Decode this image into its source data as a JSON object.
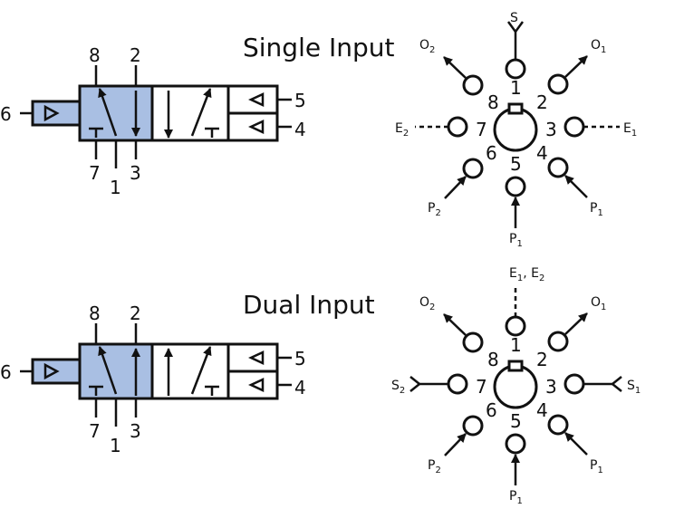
{
  "colors": {
    "body_fill": "#a9bfe3",
    "stroke": "#111111",
    "background": "#ffffff"
  },
  "single": {
    "title": "Single Input",
    "valve_ports": {
      "p8": "8",
      "p2": "2",
      "p6": "6",
      "p5": "5",
      "p4": "4",
      "p7": "7",
      "p1": "1",
      "p3": "3"
    },
    "rot": {
      "n1": "1",
      "n2": "2",
      "n3": "3",
      "n4": "4",
      "n5": "5",
      "n6": "6",
      "n7": "7",
      "n8": "8"
    },
    "ext": {
      "S": {
        "m": "S",
        "s": ""
      },
      "O2": {
        "m": "O",
        "s": "2"
      },
      "O1": {
        "m": "O",
        "s": "1"
      },
      "E2": {
        "m": "E",
        "s": "2"
      },
      "E1": {
        "m": "E",
        "s": "1"
      },
      "P2": {
        "m": "P",
        "s": "2"
      },
      "P1": {
        "m": "P",
        "s": "1"
      },
      "P1b": {
        "m": "P",
        "s": "1"
      }
    }
  },
  "dual": {
    "title": "Dual Input",
    "valve_ports": {
      "p8": "8",
      "p2": "2",
      "p6": "6",
      "p5": "5",
      "p4": "4",
      "p7": "7",
      "p1": "1",
      "p3": "3"
    },
    "rot": {
      "n1": "1",
      "n2": "2",
      "n3": "3",
      "n4": "4",
      "n5": "5",
      "n6": "6",
      "n7": "7",
      "n8": "8"
    },
    "ext": {
      "E": {
        "m1": "E",
        "s1": "1",
        "sep": ", ",
        "m2": "E",
        "s2": "2"
      },
      "O2": {
        "m": "O",
        "s": "2"
      },
      "O1": {
        "m": "O",
        "s": "1"
      },
      "S2": {
        "m": "S",
        "s": "2"
      },
      "S1": {
        "m": "S",
        "s": "1"
      },
      "P2": {
        "m": "P",
        "s": "2"
      },
      "P1": {
        "m": "P",
        "s": "1"
      },
      "P1b": {
        "m": "P",
        "s": "1"
      }
    }
  }
}
